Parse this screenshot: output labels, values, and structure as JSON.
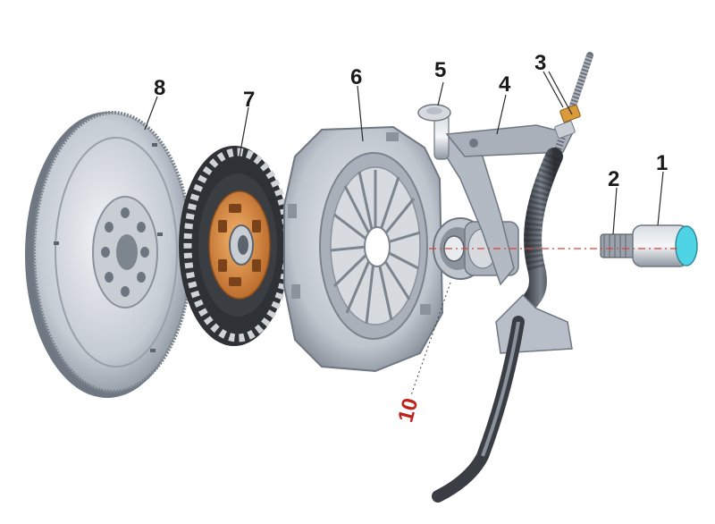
{
  "labels": {
    "one": "1",
    "two": "2",
    "three": "3",
    "four": "4",
    "five": "5",
    "six": "6",
    "seven": "7",
    "eight": "8",
    "ten": "10"
  },
  "colors": {
    "steel_light": "#e6e9ee",
    "steel_mid": "#b9bfc8",
    "steel_dark": "#6f7782",
    "friction_dark": "#3a3d42",
    "disc_hub_orange": "#d98a3a",
    "shaft_cap_cyan": "#4fd4e6",
    "axis_red": "#d9433a",
    "callout_red": "#c0211b"
  }
}
